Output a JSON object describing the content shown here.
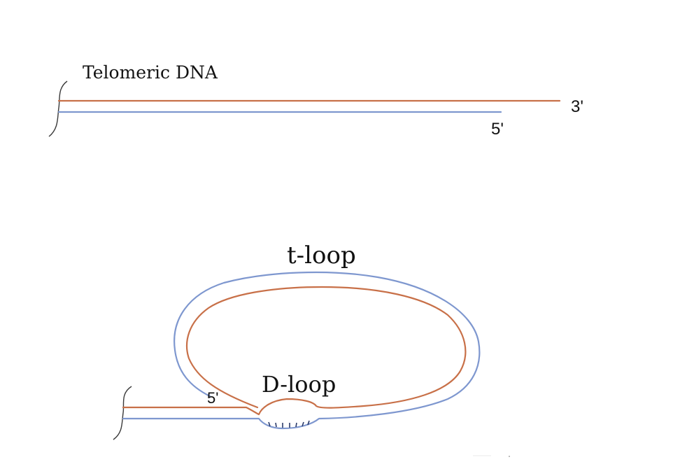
{
  "top_diagram": {
    "title": "Telomeric DNA",
    "three_prime": "3'",
    "five_prime": "5'"
  },
  "bottom_diagram": {
    "t_loop": "t-loop",
    "d_loop": "D-loop",
    "five_prime": "5'"
  },
  "colors": {
    "g_rich_strand": "#c87048",
    "c_rich_strand": "#7e97cf",
    "text": "#111111"
  }
}
